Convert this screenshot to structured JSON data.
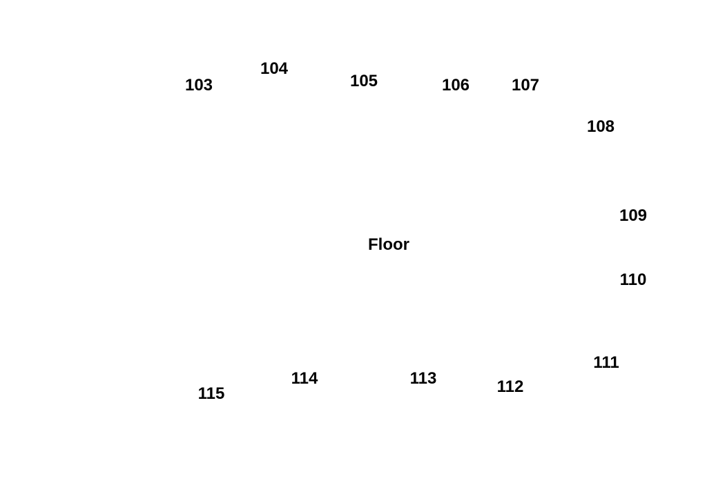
{
  "center_label": "Floor",
  "seats": [
    "103",
    "104",
    "105",
    "106",
    "107",
    "108",
    "109",
    "110",
    "111",
    "112",
    "113",
    "114",
    "115"
  ],
  "text_color": "#000000",
  "background_color": "#ffffff"
}
